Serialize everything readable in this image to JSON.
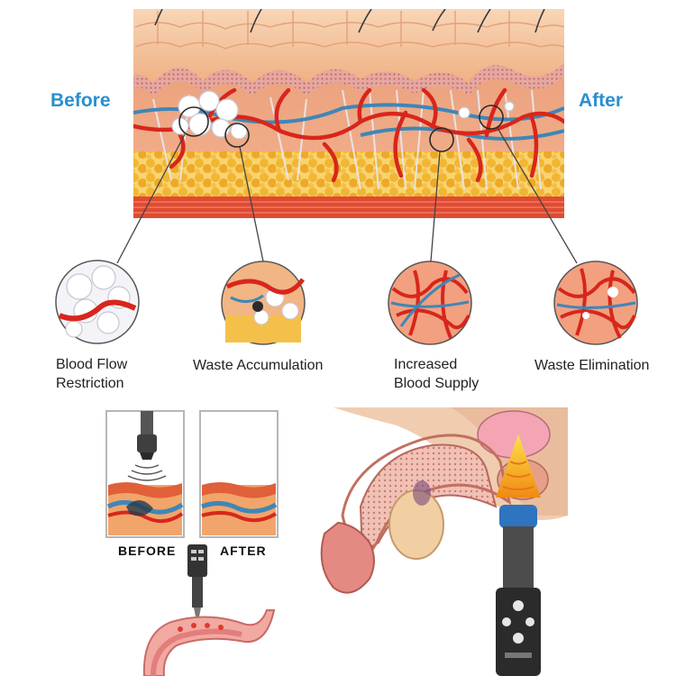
{
  "top_diagram": {
    "before_label": "Before",
    "after_label": "After"
  },
  "callouts": [
    {
      "lines": [
        "Blood Flow",
        "Restriction"
      ]
    },
    {
      "lines": [
        "Waste Accumulation"
      ]
    },
    {
      "lines": [
        "Increased",
        "Blood Supply"
      ]
    },
    {
      "lines": [
        "Waste Elimination"
      ]
    }
  ],
  "treatment_panels": {
    "before_caption": "BEFORE",
    "after_caption": "AFTER"
  },
  "colors": {
    "label_blue": "#2a8fce",
    "skin": "#f6c9a6",
    "vessel_red": "#d8261c",
    "vessel_blue": "#3f86b8",
    "fat_yellow": "#f2b632",
    "device_gray": "#4c4c4c",
    "wave_orange": "#f59b1a"
  }
}
